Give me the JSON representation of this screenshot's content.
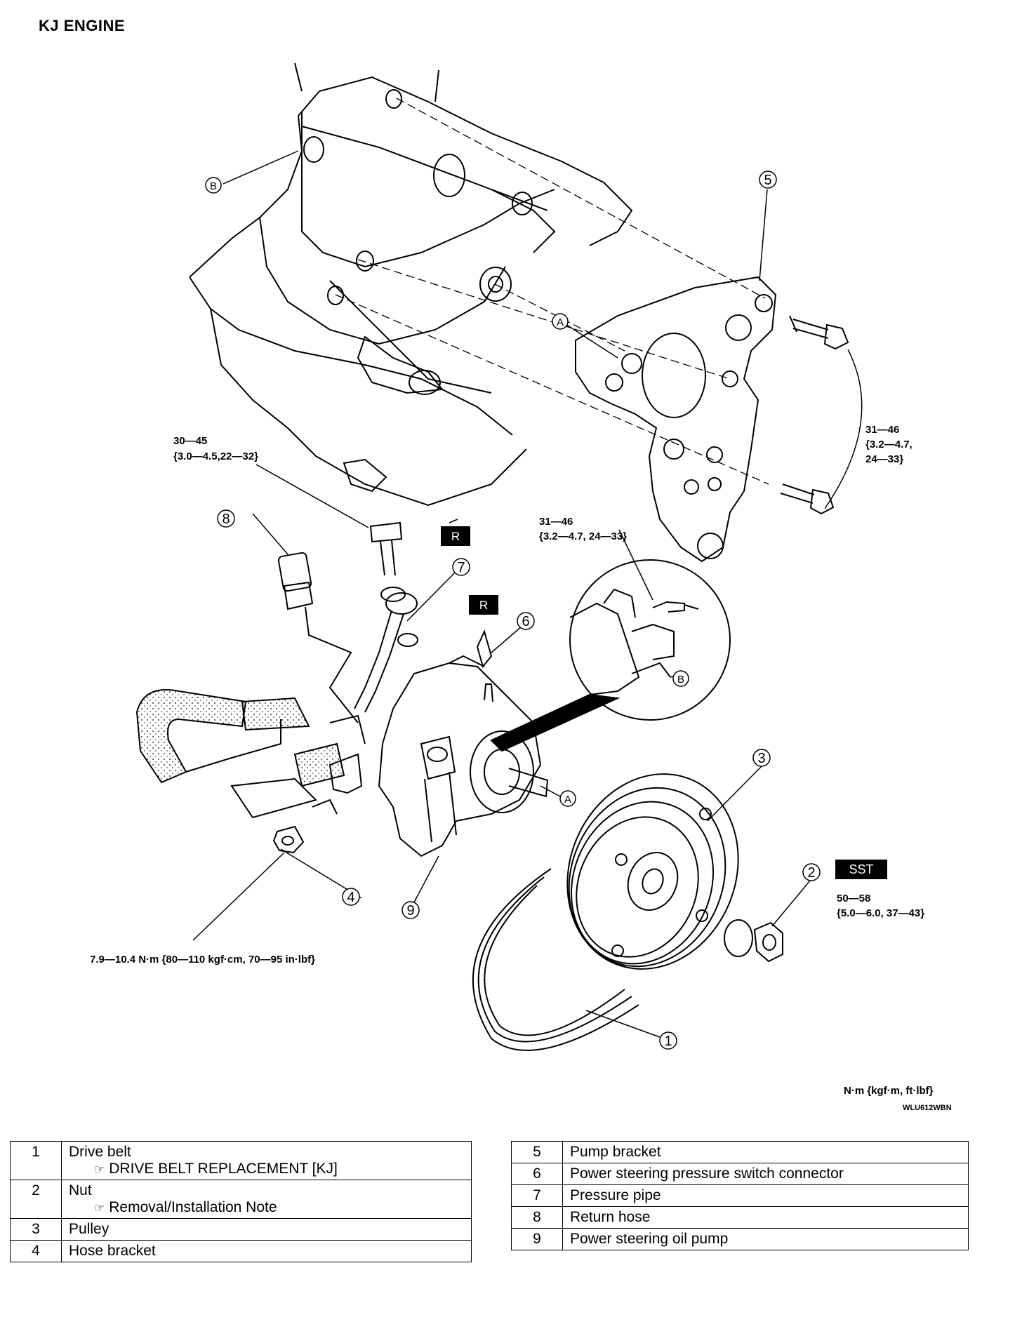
{
  "title": "KJ ENGINE",
  "callouts": {
    "c1": "1",
    "c2": "2",
    "c3": "3",
    "c4": "4",
    "c5": "5",
    "c6": "6",
    "c7": "7",
    "c8": "8",
    "c9": "9",
    "a": "A",
    "b": "B",
    "r": "R",
    "sst": "SST"
  },
  "torque": {
    "t30_45": [
      "30—45",
      "{3.0—4.5,22—32}"
    ],
    "t31_46_top": [
      "31—46",
      "{3.2—4.7,",
      "24—33}"
    ],
    "t31_46_mid": [
      "31—46",
      "{3.2—4.7, 24—33}"
    ],
    "t50_58": [
      "50—58",
      "{5.0—6.0, 37—43}"
    ],
    "t7_9": "7.9—10.4 N·m {80—110 kgf·cm, 70—95 in·lbf}"
  },
  "units": "N·m {kgf·m, ft·lbf}",
  "figure_code": "WLU612WBN",
  "parts_left": [
    {
      "num": "1",
      "name": "Drive belt",
      "ref": "DRIVE BELT REPLACEMENT [KJ]"
    },
    {
      "num": "2",
      "name": "Nut",
      "ref": "Removal/Installation Note"
    },
    {
      "num": "3",
      "name": "Pulley"
    },
    {
      "num": "4",
      "name": "Hose bracket"
    }
  ],
  "parts_right": [
    {
      "num": "5",
      "name": "Pump bracket"
    },
    {
      "num": "6",
      "name": "Power steering pressure switch connector"
    },
    {
      "num": "7",
      "name": "Pressure pipe"
    },
    {
      "num": "8",
      "name": "Return hose"
    },
    {
      "num": "9",
      "name": "Power steering oil pump"
    }
  ],
  "ref_icon": "☞"
}
